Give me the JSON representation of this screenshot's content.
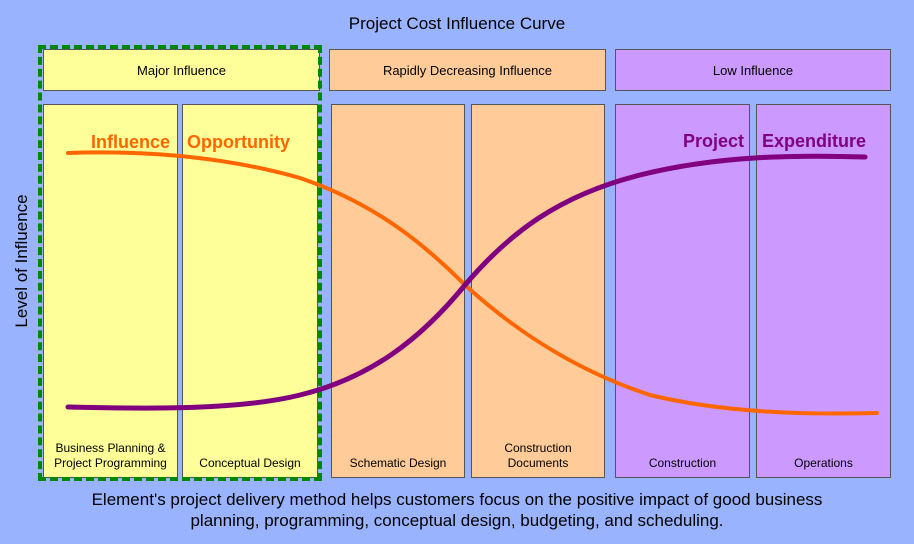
{
  "title": "Project Cost Influence Curve",
  "y_axis_label": "Level of Influence",
  "bands": [
    {
      "label": "Major Influence"
    },
    {
      "label": "Rapidly Decreasing Influence"
    },
    {
      "label": "Low Influence"
    }
  ],
  "phases": [
    {
      "label": "Business Planning &\nProject Programming"
    },
    {
      "label": "Conceptual Design"
    },
    {
      "label": "Schematic Design"
    },
    {
      "label": "Construction\nDocuments"
    },
    {
      "label": "Construction"
    },
    {
      "label": "Operations"
    }
  ],
  "curves": {
    "influence": {
      "word1": "Influence",
      "word2": "Opportunity",
      "color": "#ff6600"
    },
    "expenditure": {
      "word1": "Project",
      "word2": "Expenditure",
      "color": "#800080"
    }
  },
  "highlight_color": "#008800",
  "footer": "Element's project delivery method helps customers focus on the positive impact of good business planning, programming, conceptual design, budgeting, and scheduling."
}
